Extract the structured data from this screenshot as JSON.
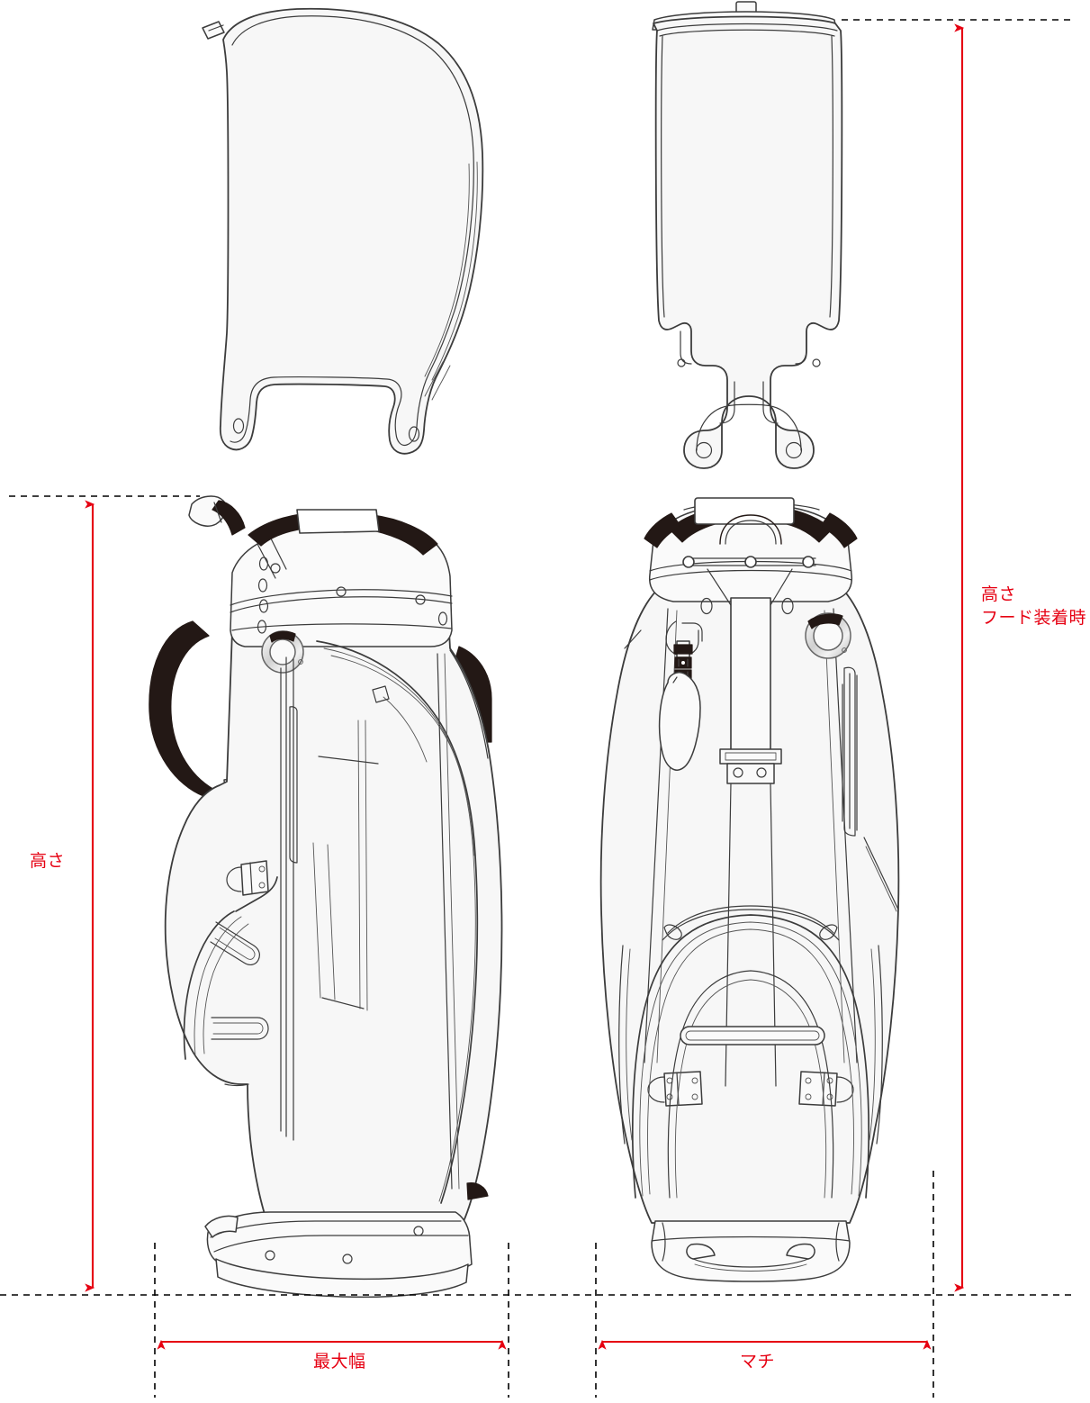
{
  "drawing": {
    "title": "Golf caddy bag technical dimension drawing",
    "type": "line-art-spec-sheet",
    "background_color": "#ffffff",
    "line_color": "#3c3c3c",
    "fill_color": "#f7f7f7",
    "dark_accent_color": "#231815",
    "dimension_color": "#e60012",
    "guide_color": "#000000"
  },
  "views": [
    {
      "id": "hood-side",
      "name": "hood-side-view",
      "caption": ""
    },
    {
      "id": "hood-front",
      "name": "hood-front-view",
      "caption": ""
    },
    {
      "id": "bag-side",
      "name": "bag-side-view",
      "caption": ""
    },
    {
      "id": "bag-front",
      "name": "bag-front-view",
      "caption": ""
    }
  ],
  "dimensions": {
    "height": {
      "label": "高さ",
      "orientation": "vertical",
      "color": "#e60012"
    },
    "height_with_hood": {
      "label": "高さ\nフード装着時",
      "line1": "高さ",
      "line2": "フード装着時",
      "orientation": "vertical",
      "color": "#e60012"
    },
    "max_width": {
      "label": "最大幅",
      "orientation": "horizontal",
      "color": "#e60012"
    },
    "gusset": {
      "label": "マチ",
      "orientation": "horizontal",
      "color": "#e60012"
    }
  }
}
